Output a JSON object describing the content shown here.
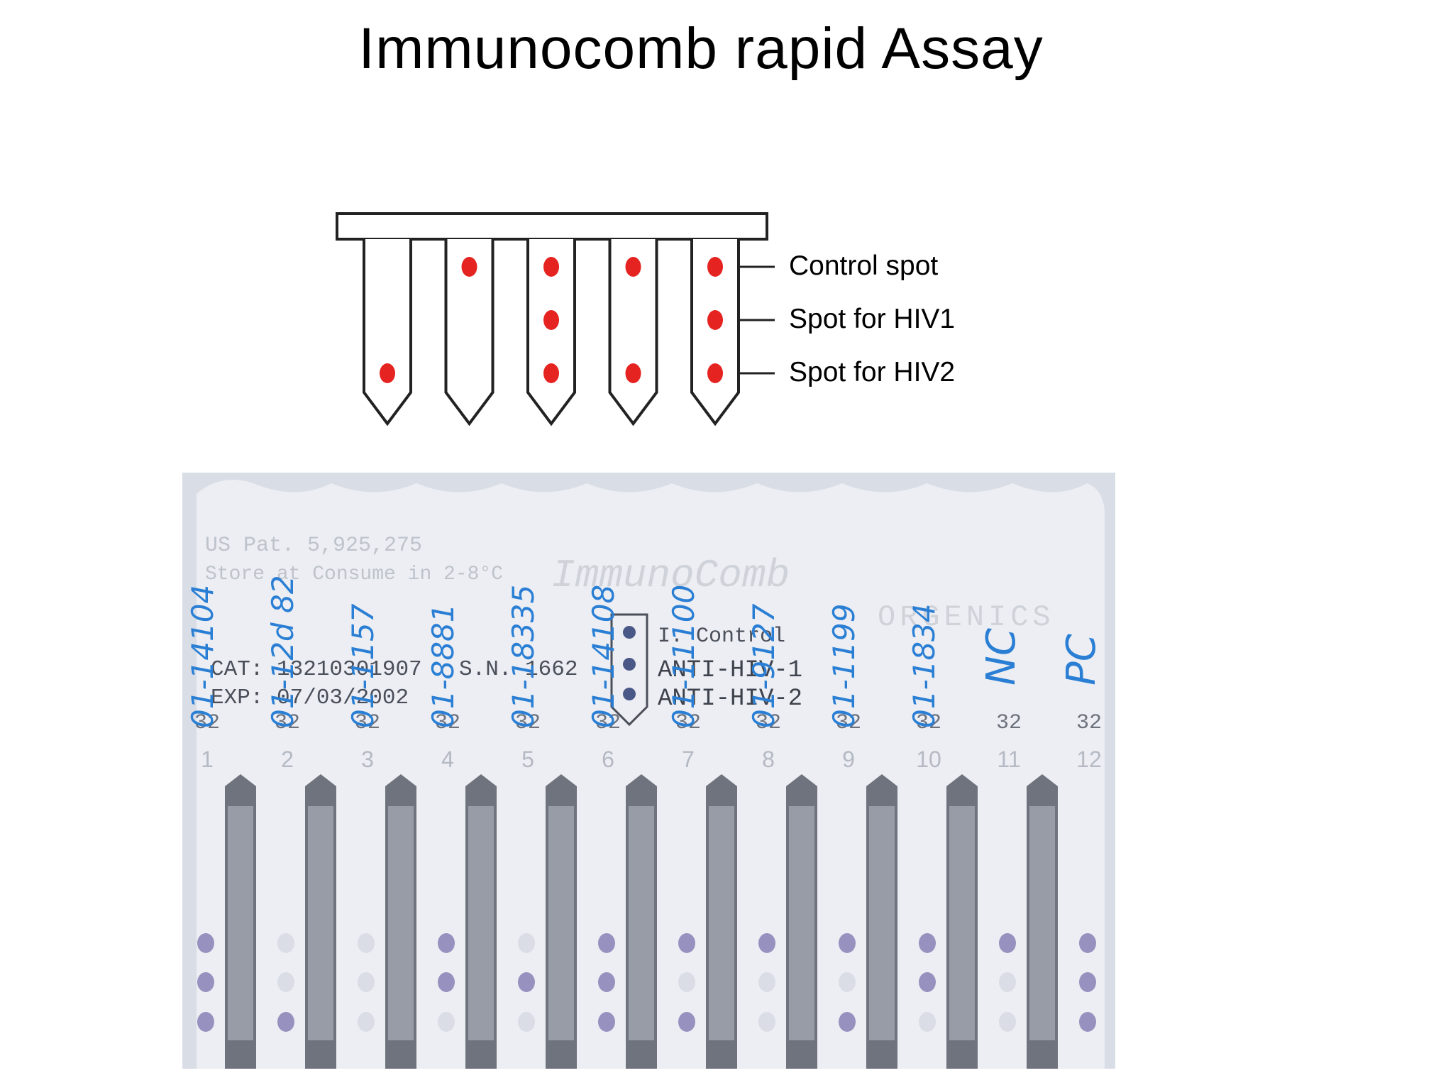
{
  "title": "Immunocomb rapid Assay",
  "legend": {
    "control": "Control spot",
    "hiv1": "Spot for HIV1",
    "hiv2": "Spot for HIV2"
  },
  "colors": {
    "spot_red": "#e52421",
    "photo_bg": "#d9dde6",
    "ink_blue": "#2a7fd4",
    "print_gray": "#9aa0ab",
    "photo_spot": "#8e86b9"
  },
  "diagram_teeth": [
    {
      "control": false,
      "hiv1": false,
      "hiv2": true
    },
    {
      "control": true,
      "hiv1": false,
      "hiv2": false
    },
    {
      "control": true,
      "hiv1": true,
      "hiv2": true
    },
    {
      "control": true,
      "hiv1": false,
      "hiv2": true
    },
    {
      "control": true,
      "hiv1": true,
      "hiv2": true
    }
  ],
  "photo": {
    "patent": "US Pat. 5,925,275",
    "storage": "Store at Consume in 2-8°C",
    "brand": "ImmunoComb",
    "maker": "ORGENICS",
    "cat": "CAT: 13210301907",
    "sn": "S.N. 1662",
    "exp": "EXP: 07/03/2002",
    "control_label": "I. Control",
    "anti1": "ANTI-HIV-1",
    "anti2": "ANTI-HIV-2",
    "tooth_numbers": [
      "1",
      "2",
      "3",
      "4",
      "5",
      "6",
      "7",
      "8",
      "9",
      "10",
      "11",
      "12"
    ],
    "tooth_code": "32",
    "handwritten": [
      "01-14104",
      "01-12d 82",
      "01-1157",
      "01-8881",
      "01-18335",
      "01-14108",
      "01-11100",
      "01-9127",
      "01-1199",
      "01-1834",
      "NC",
      "PC"
    ],
    "spots": [
      [
        true,
        true,
        true
      ],
      [
        false,
        false,
        true
      ],
      [
        false,
        false,
        false
      ],
      [
        true,
        true,
        false
      ],
      [
        false,
        true,
        false
      ],
      [
        true,
        true,
        true
      ],
      [
        true,
        false,
        true
      ],
      [
        true,
        false,
        false
      ],
      [
        true,
        false,
        true
      ],
      [
        true,
        true,
        false
      ],
      [
        true,
        false,
        false
      ],
      [
        true,
        true,
        true
      ]
    ]
  }
}
